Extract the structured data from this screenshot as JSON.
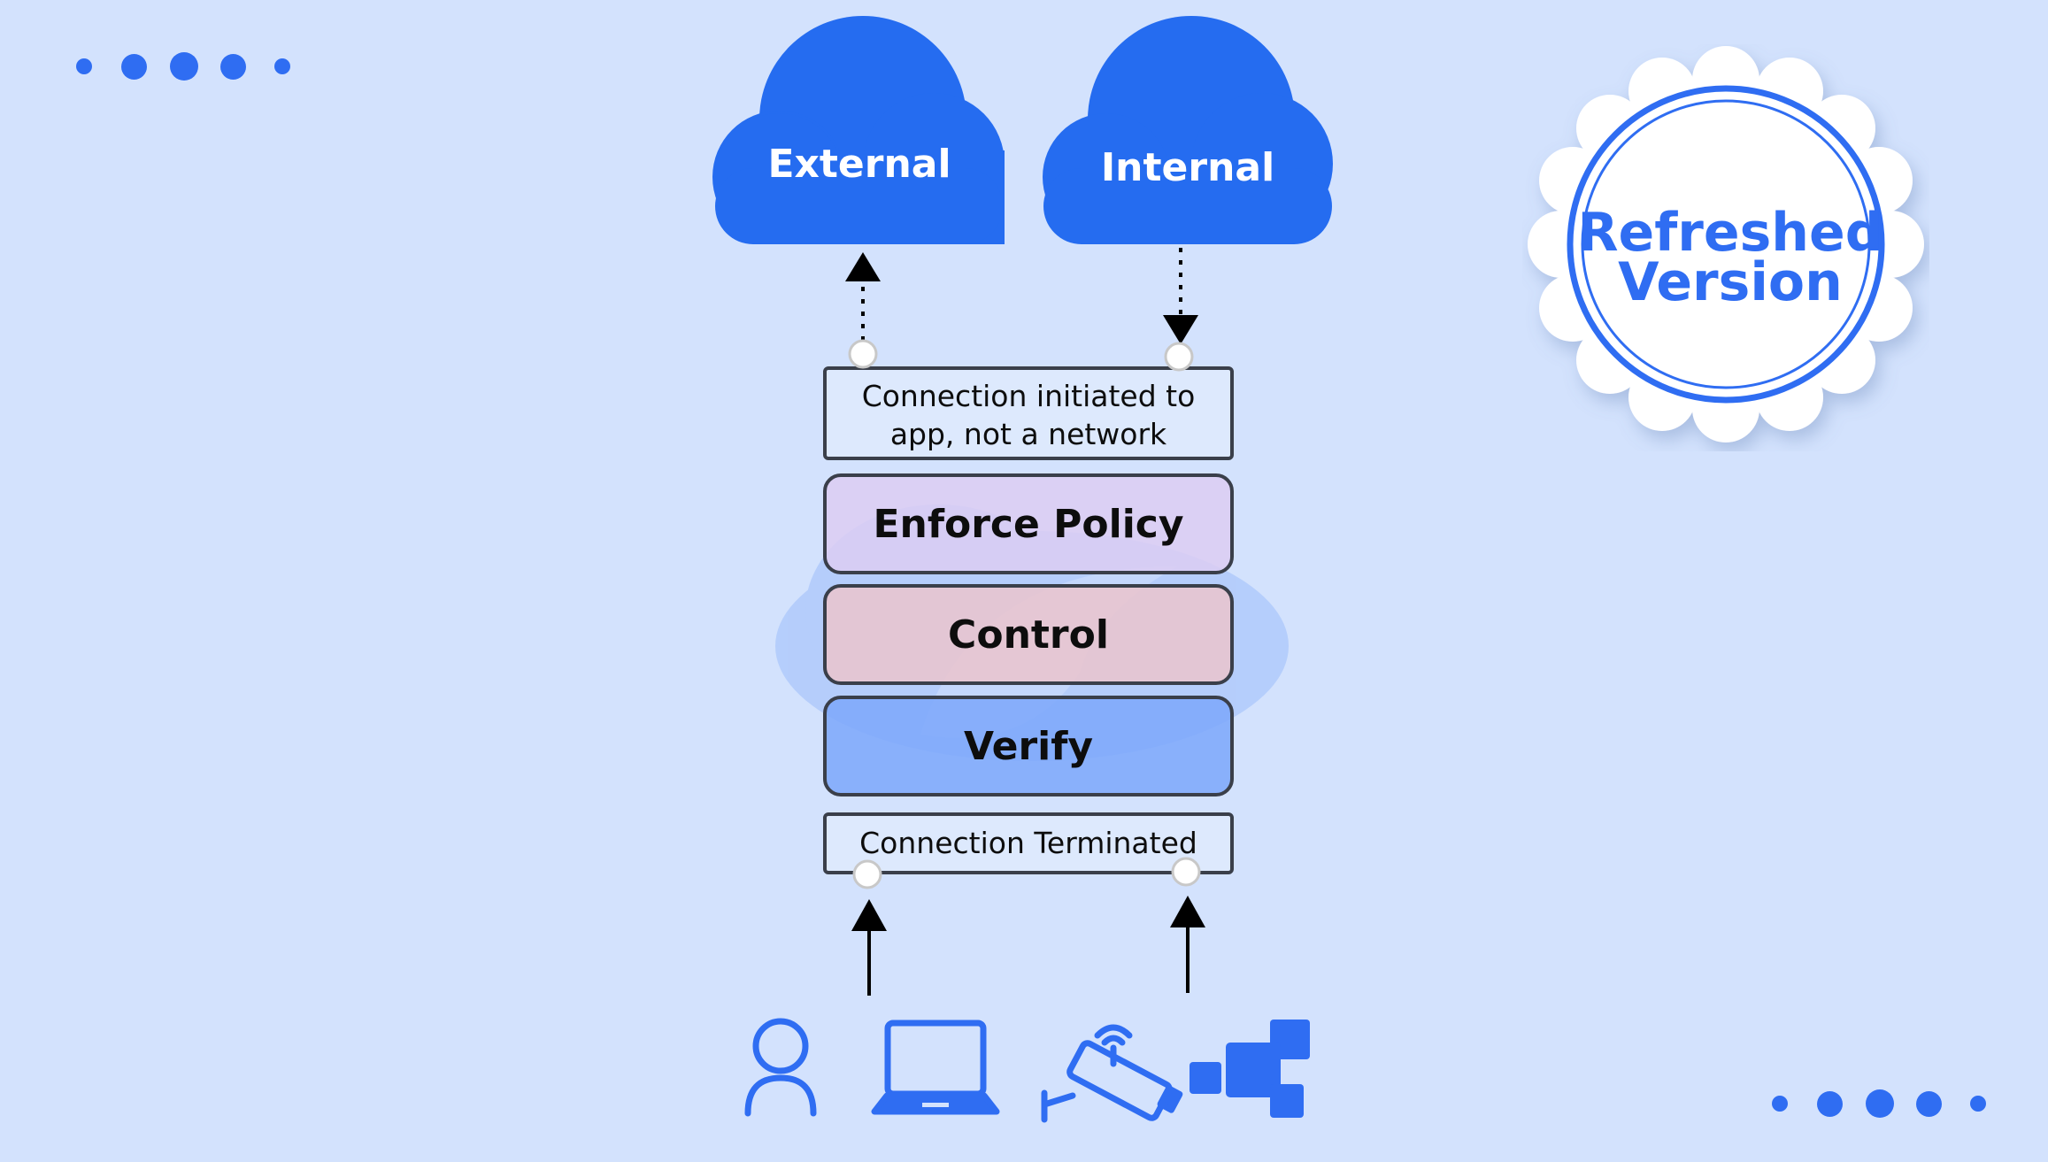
{
  "clouds": {
    "external": "External",
    "internal": "Internal"
  },
  "stack": {
    "connection_initiated": "Connection initiated to app, not a network",
    "enforce_policy": "Enforce Policy",
    "control": "Control",
    "verify": "Verify",
    "connection_terminated": "Connection Terminated"
  },
  "stamp": {
    "line1": "Refreshed",
    "line2": "Version"
  },
  "sources": {
    "icons": [
      "user-icon",
      "laptop-icon",
      "iot-camera-icon",
      "workload-blocks-icon"
    ]
  },
  "colors": {
    "background": "#d3e2fd",
    "accent_blue": "#2f6df2",
    "cloud_blue": "#256cf0",
    "enforce_fill": "#dccdf2",
    "control_fill": "#ebc4cd",
    "verify_fill": "#7ea8fa"
  }
}
